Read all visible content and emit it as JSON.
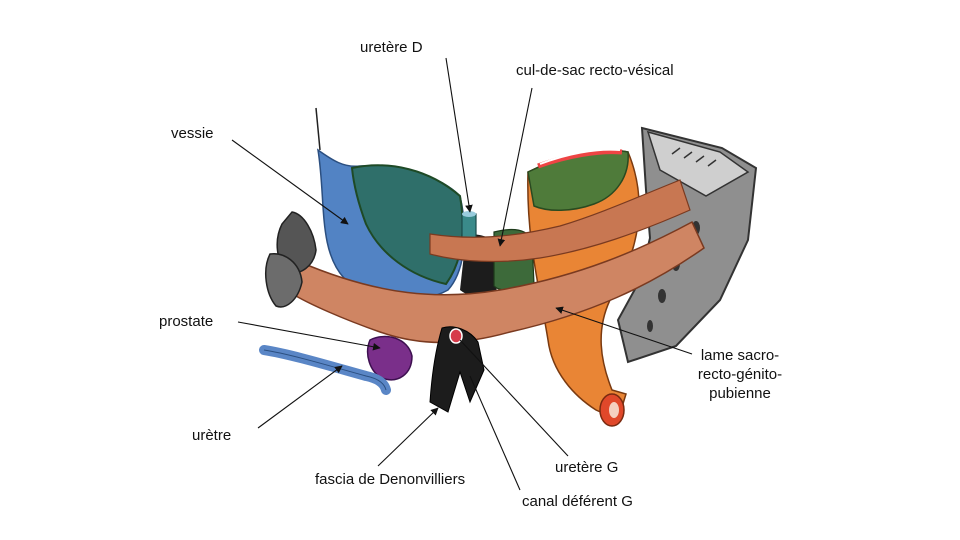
{
  "labels": {
    "ureter_d": "uretère D",
    "cul_de_sac": "cul-de-sac recto-vésical",
    "vessie": "vessie",
    "prostate": "prostate",
    "uretre": "urètre",
    "fascia": "fascia de Denonvilliers",
    "ureter_g": "uretère G",
    "canal_deferent": "canal déférent G",
    "lame_line1": "lame sacro-",
    "lame_line2": "recto-génito-",
    "lame_line3": "pubienne"
  },
  "colors": {
    "bladder": "#4f7fc0",
    "bladder_cap": "#2f6f6a",
    "rectum": "#e8833a",
    "rectum_cap": "#4f7b3a",
    "sacrum": "#8c8c8c",
    "lamina": "#cc8062",
    "prostate": "#7a2f8a",
    "urethra": "#5a86c6",
    "fascia": "#1c1c1c"
  }
}
